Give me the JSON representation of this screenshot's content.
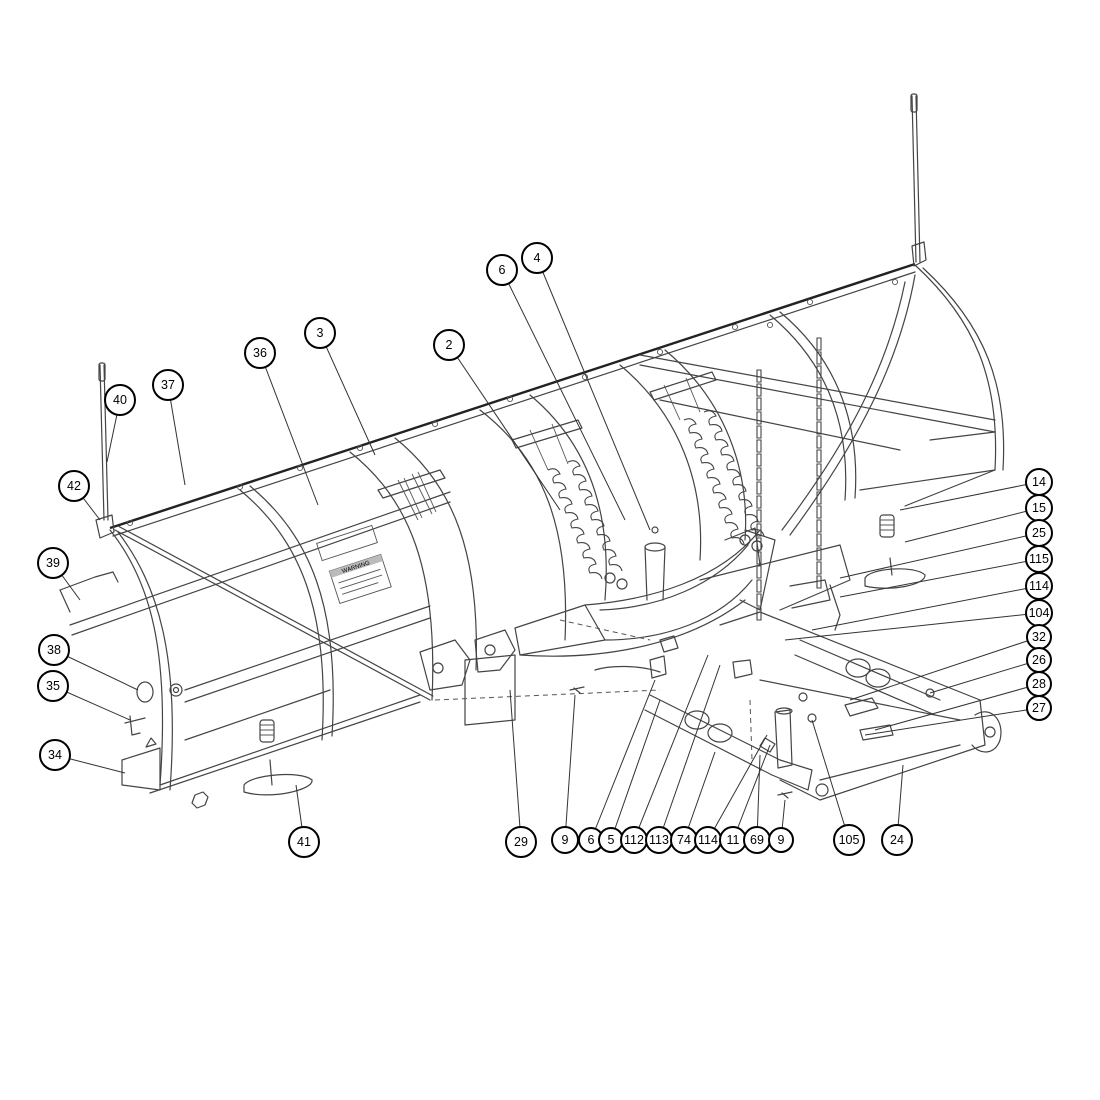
{
  "decal": {
    "warning_label": "WARNING"
  },
  "callouts": [
    {
      "label": "6"
    },
    {
      "label": "4"
    },
    {
      "label": "3"
    },
    {
      "label": "2"
    },
    {
      "label": "36"
    },
    {
      "label": "37"
    },
    {
      "label": "40"
    },
    {
      "label": "42"
    },
    {
      "label": "39"
    },
    {
      "label": "38"
    },
    {
      "label": "35"
    },
    {
      "label": "34"
    },
    {
      "label": "41"
    },
    {
      "label": "29"
    },
    {
      "label": "9"
    },
    {
      "label": "6"
    },
    {
      "label": "5"
    },
    {
      "label": "112"
    },
    {
      "label": "113"
    },
    {
      "label": "74"
    },
    {
      "label": "114"
    },
    {
      "label": "11"
    },
    {
      "label": "69"
    },
    {
      "label": "9"
    },
    {
      "label": "105"
    },
    {
      "label": "24"
    },
    {
      "label": "14"
    },
    {
      "label": "15"
    },
    {
      "label": "25"
    },
    {
      "label": "115"
    },
    {
      "label": "114"
    },
    {
      "label": "104"
    },
    {
      "label": "32"
    },
    {
      "label": "26"
    },
    {
      "label": "28"
    },
    {
      "label": "27"
    }
  ]
}
